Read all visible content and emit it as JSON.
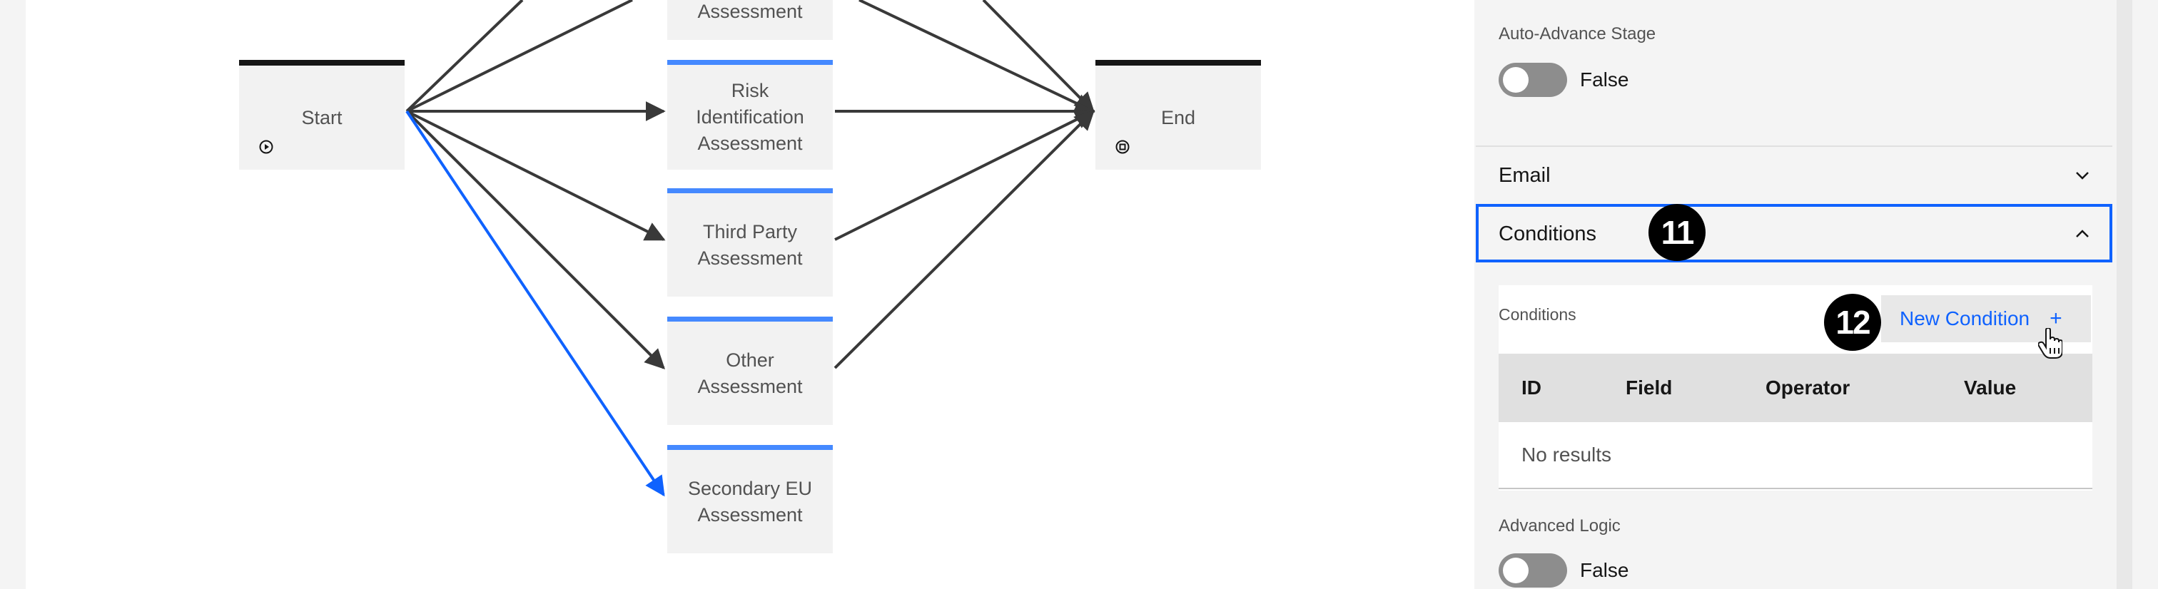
{
  "flow": {
    "nodes": {
      "top_partial": "Assessment",
      "start": "Start",
      "risk_line1": "Risk",
      "risk_line2": "Identification",
      "risk_line3": "Assessment",
      "third_line1": "Third Party",
      "third_line2": "Assessment",
      "other_line1": "Other",
      "other_line2": "Assessment",
      "secondary_line1": "Secondary EU",
      "secondary_line2": "Assessment",
      "end": "End"
    },
    "icons": {
      "start": "play-icon",
      "end": "stop-icon"
    },
    "colors": {
      "connector": "#393939",
      "selected_connector": "#0f62fe",
      "stage_accent": "#4589ff"
    }
  },
  "panel": {
    "auto_advance": {
      "label": "Auto-Advance Stage",
      "value": "False"
    },
    "email": {
      "title": "Email"
    },
    "conditions_accordion": {
      "title": "Conditions"
    },
    "conditions": {
      "label": "Conditions",
      "new_button": "New Condition",
      "new_button_icon": "+",
      "columns": [
        "ID",
        "Field",
        "Operator",
        "Value"
      ],
      "empty": "No results"
    },
    "advanced_logic": {
      "label": "Advanced Logic",
      "value": "False"
    }
  },
  "callouts": {
    "first": "11",
    "second": "12"
  },
  "colors": {
    "accent": "#0f62fe",
    "toggle_off": "#8d8d8d",
    "callout": "#000000"
  }
}
